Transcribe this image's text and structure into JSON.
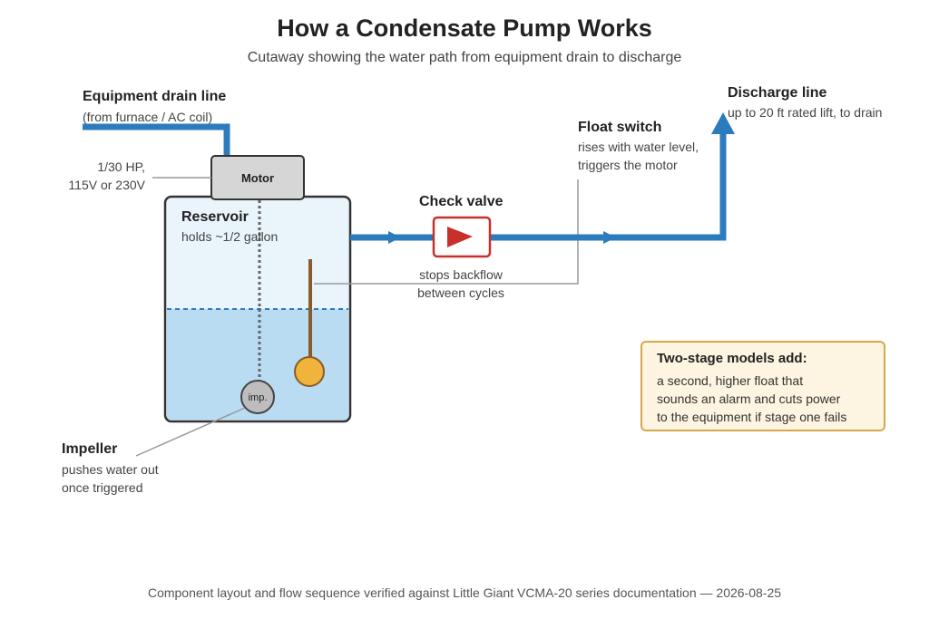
{
  "title": "How a Condensate Pump Works",
  "subtitle": "Cutaway showing the water path from equipment drain to discharge",
  "drain": {
    "label": "Equipment drain line",
    "note": "(from furnace / AC coil)"
  },
  "motor": {
    "label": "Motor",
    "specs": [
      "1/30 HP,",
      "115V or 230V"
    ]
  },
  "reservoir": {
    "label": "Reservoir",
    "note": "holds ~1/2 gallon"
  },
  "impeller": {
    "tag": "imp.",
    "label": "Impeller",
    "note": [
      "pushes water out",
      "once triggered"
    ]
  },
  "check_valve": {
    "label": "Check valve",
    "note": [
      "stops backflow",
      "between cycles"
    ]
  },
  "float_switch": {
    "label": "Float switch",
    "note": [
      "rises with water level,",
      "triggers the motor"
    ]
  },
  "discharge": {
    "label": "Discharge line",
    "note": "up to 20 ft rated lift, to drain"
  },
  "callout": {
    "heading": "Two-stage models add:",
    "lines": [
      "a second, higher float that",
      "sounds an alarm and cuts power",
      "to the equipment if stage one fails"
    ]
  },
  "footer": "Component layout and flow sequence verified against Little Giant VCMA-20 series documentation — 2026-08-25",
  "colors": {
    "pipe": "#2b7bbd",
    "water": "#b9dcf2",
    "reservoir_air": "#eaf4fb",
    "valve_red": "#c8312b",
    "float": "#f0b43c",
    "float_rod": "#8a5a2b",
    "callout_bg": "#fdf5e1",
    "callout_border": "#d4a94c"
  }
}
